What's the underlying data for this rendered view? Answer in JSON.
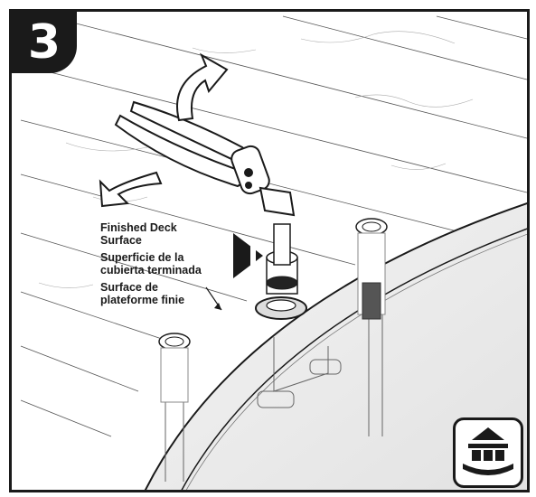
{
  "step": {
    "number": "3"
  },
  "labels": {
    "en_line1": "Finished Deck",
    "en_line2": "Surface",
    "es_line1": "Superficie de la",
    "es_line2": "cubierta terminada",
    "fr_line1": "Surface de",
    "fr_line2": "plateforme finie"
  },
  "icons": {
    "arrows": "rotate-arrows-icon",
    "tool": "pliers-icon",
    "pointer": "pointer-arrow-icon",
    "deck_section": "deck-section-icon"
  },
  "colors": {
    "line": "#1a1a1a",
    "fill": "#ffffff",
    "shade": "#d9d9d9"
  }
}
